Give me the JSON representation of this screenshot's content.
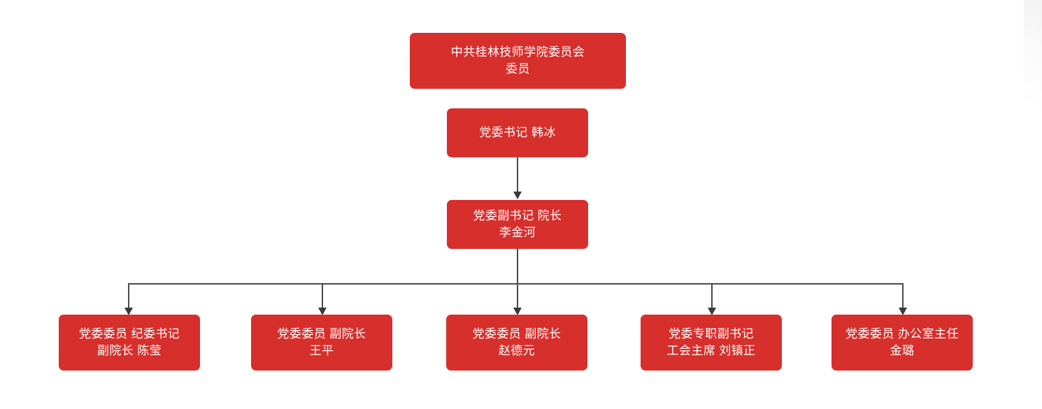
{
  "chart_title": "",
  "theme": {
    "node_fill": "#d62f2c",
    "node_text": "#ffffff",
    "connector": "#4a4a4a",
    "background": "#ffffff"
  },
  "org_chart": {
    "type": "tree",
    "nodes": {
      "committee": {
        "label": "中共桂林技师学院委员会\n委员",
        "level": 0
      },
      "party_secretary": {
        "label": "党委书记  韩冰",
        "level": 1
      },
      "deputy_secretary_president": {
        "label": "党委副书记  院长\n李金河",
        "level": 2
      }
    },
    "members": [
      {
        "id": "member-chenying",
        "label": "党委委员 纪委书记\n副院长  陈莹"
      },
      {
        "id": "member-wangping",
        "label": "党委委员 副院长\n王平"
      },
      {
        "id": "member-zhaodeyuan",
        "label": "党委委员 副院长\n赵德元"
      },
      {
        "id": "member-liuzhenzheng",
        "label": "党委专职副书记\n工会主席   刘镇正"
      },
      {
        "id": "member-jinlu",
        "label": "党委委员 办公室主任\n金璐"
      }
    ]
  }
}
